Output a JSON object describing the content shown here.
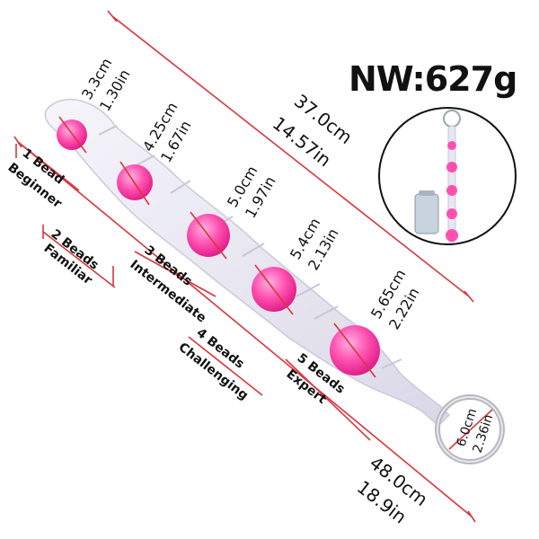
{
  "weight_label": "NW:627g",
  "bead_diameters": [
    {
      "cm": "3.3cm",
      "in": "1.30in"
    },
    {
      "cm": "4.25cm",
      "in": "1.67in"
    },
    {
      "cm": "5.0cm",
      "in": "1.97in"
    },
    {
      "cm": "5.4cm",
      "in": "2.13in"
    },
    {
      "cm": "5.65cm",
      "in": "2.22in"
    }
  ],
  "bead_length": {
    "cm": "37.0cm",
    "in": "14.57in"
  },
  "total_length": {
    "cm": "48.0cm",
    "in": "18.9in"
  },
  "ring_diameter": {
    "cm": "6.0cm",
    "in": "2.36in"
  },
  "levels": [
    {
      "count": "1 Bead",
      "level": "Beginner"
    },
    {
      "count": "2 Beads",
      "level": "Familiar"
    },
    {
      "count": "3 Beads",
      "level": "Intermediate"
    },
    {
      "count": "4 Beads",
      "level": "Challenging"
    },
    {
      "count": "5 Beads",
      "level": "Expert"
    }
  ],
  "colors": {
    "line": "#d9363e",
    "bead": "#ff4fb0",
    "body": "#e8e6f2",
    "text": "#111111"
  }
}
